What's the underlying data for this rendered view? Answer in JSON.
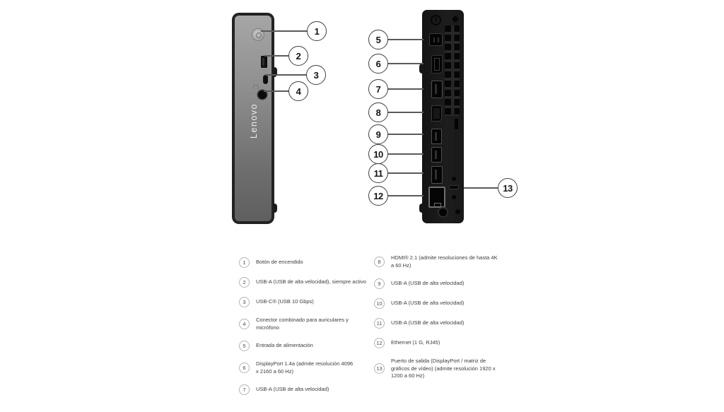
{
  "device": {
    "product_type": "mini-pc-tower",
    "front": {
      "logo": "Lenovo"
    },
    "colors": {
      "front_panel_gray": "#8f8f8f",
      "chassis_black": "#1a1a1a",
      "callout_border": "#3f3f3f"
    }
  },
  "legend": {
    "items": [
      {
        "num": "1",
        "text": "Botón de encendido"
      },
      {
        "num": "2",
        "text": "USB-A (USB de alta velocidad), siempre activo"
      },
      {
        "num": "3",
        "text": "USB-C® (USB 10 Gbps)"
      },
      {
        "num": "4",
        "text": "Conector combinado para auriculares y micrófono"
      },
      {
        "num": "5",
        "text": "Entrada de alimentación"
      },
      {
        "num": "6",
        "text": "DisplayPort 1.4a (admite resolución 4096 x 2160 a 60 Hz)"
      },
      {
        "num": "7",
        "text": "USB-A (USB de alta velocidad)"
      },
      {
        "num": "8",
        "text": "HDMI® 2.1 (admite resoluciones de hasta 4K a 60 Hz)"
      },
      {
        "num": "9",
        "text": "USB-A (USB de alta velocidad)"
      },
      {
        "num": "10",
        "text": "USB-A (USB de alta velocidad)"
      },
      {
        "num": "11",
        "text": "USB-A (USB de alta velocidad)"
      },
      {
        "num": "12",
        "text": "Ethernet (1 G, RJ45)"
      },
      {
        "num": "13",
        "text": "Puerto de salida (DisplayPort / matriz de gráficos de vídeo) (admite resolución 1920 x 1200 a 60 Hz)"
      }
    ]
  }
}
